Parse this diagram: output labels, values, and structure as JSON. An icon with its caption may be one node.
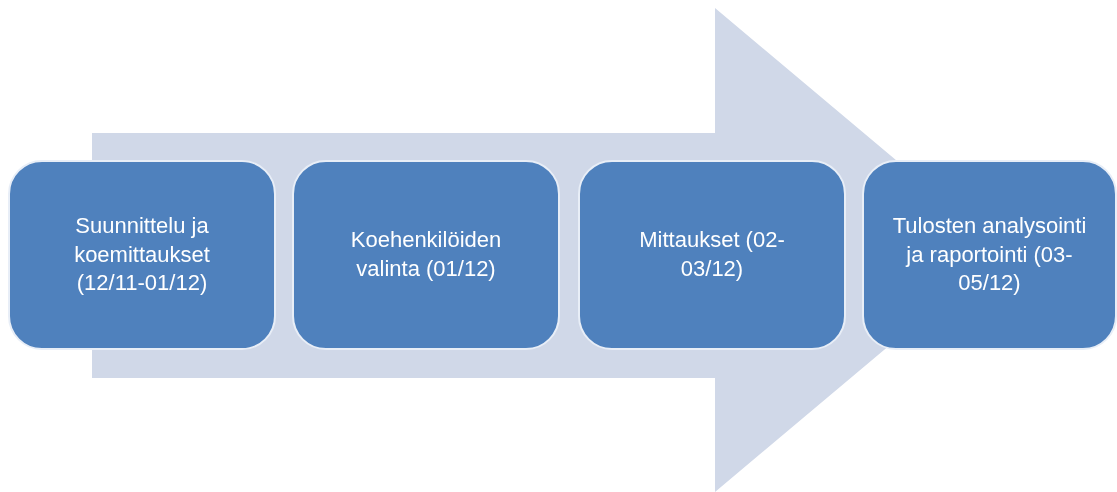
{
  "diagram": {
    "nodes": [
      {
        "text": [
          "Suunnittelu ja koemittaukset (12/11-01/12)"
        ]
      },
      {
        "text": [
          "Koehenkilöiden valinta (01/12)"
        ]
      },
      {
        "text": [
          "Mittaukset (02-03/12)"
        ]
      },
      {
        "text": [
          "Tulosten analysointi ja raportointi (03-05/12)"
        ]
      }
    ],
    "edges": [
      {
        "from": 0,
        "to": 3,
        "arrow": "to"
      }
    ]
  }
}
